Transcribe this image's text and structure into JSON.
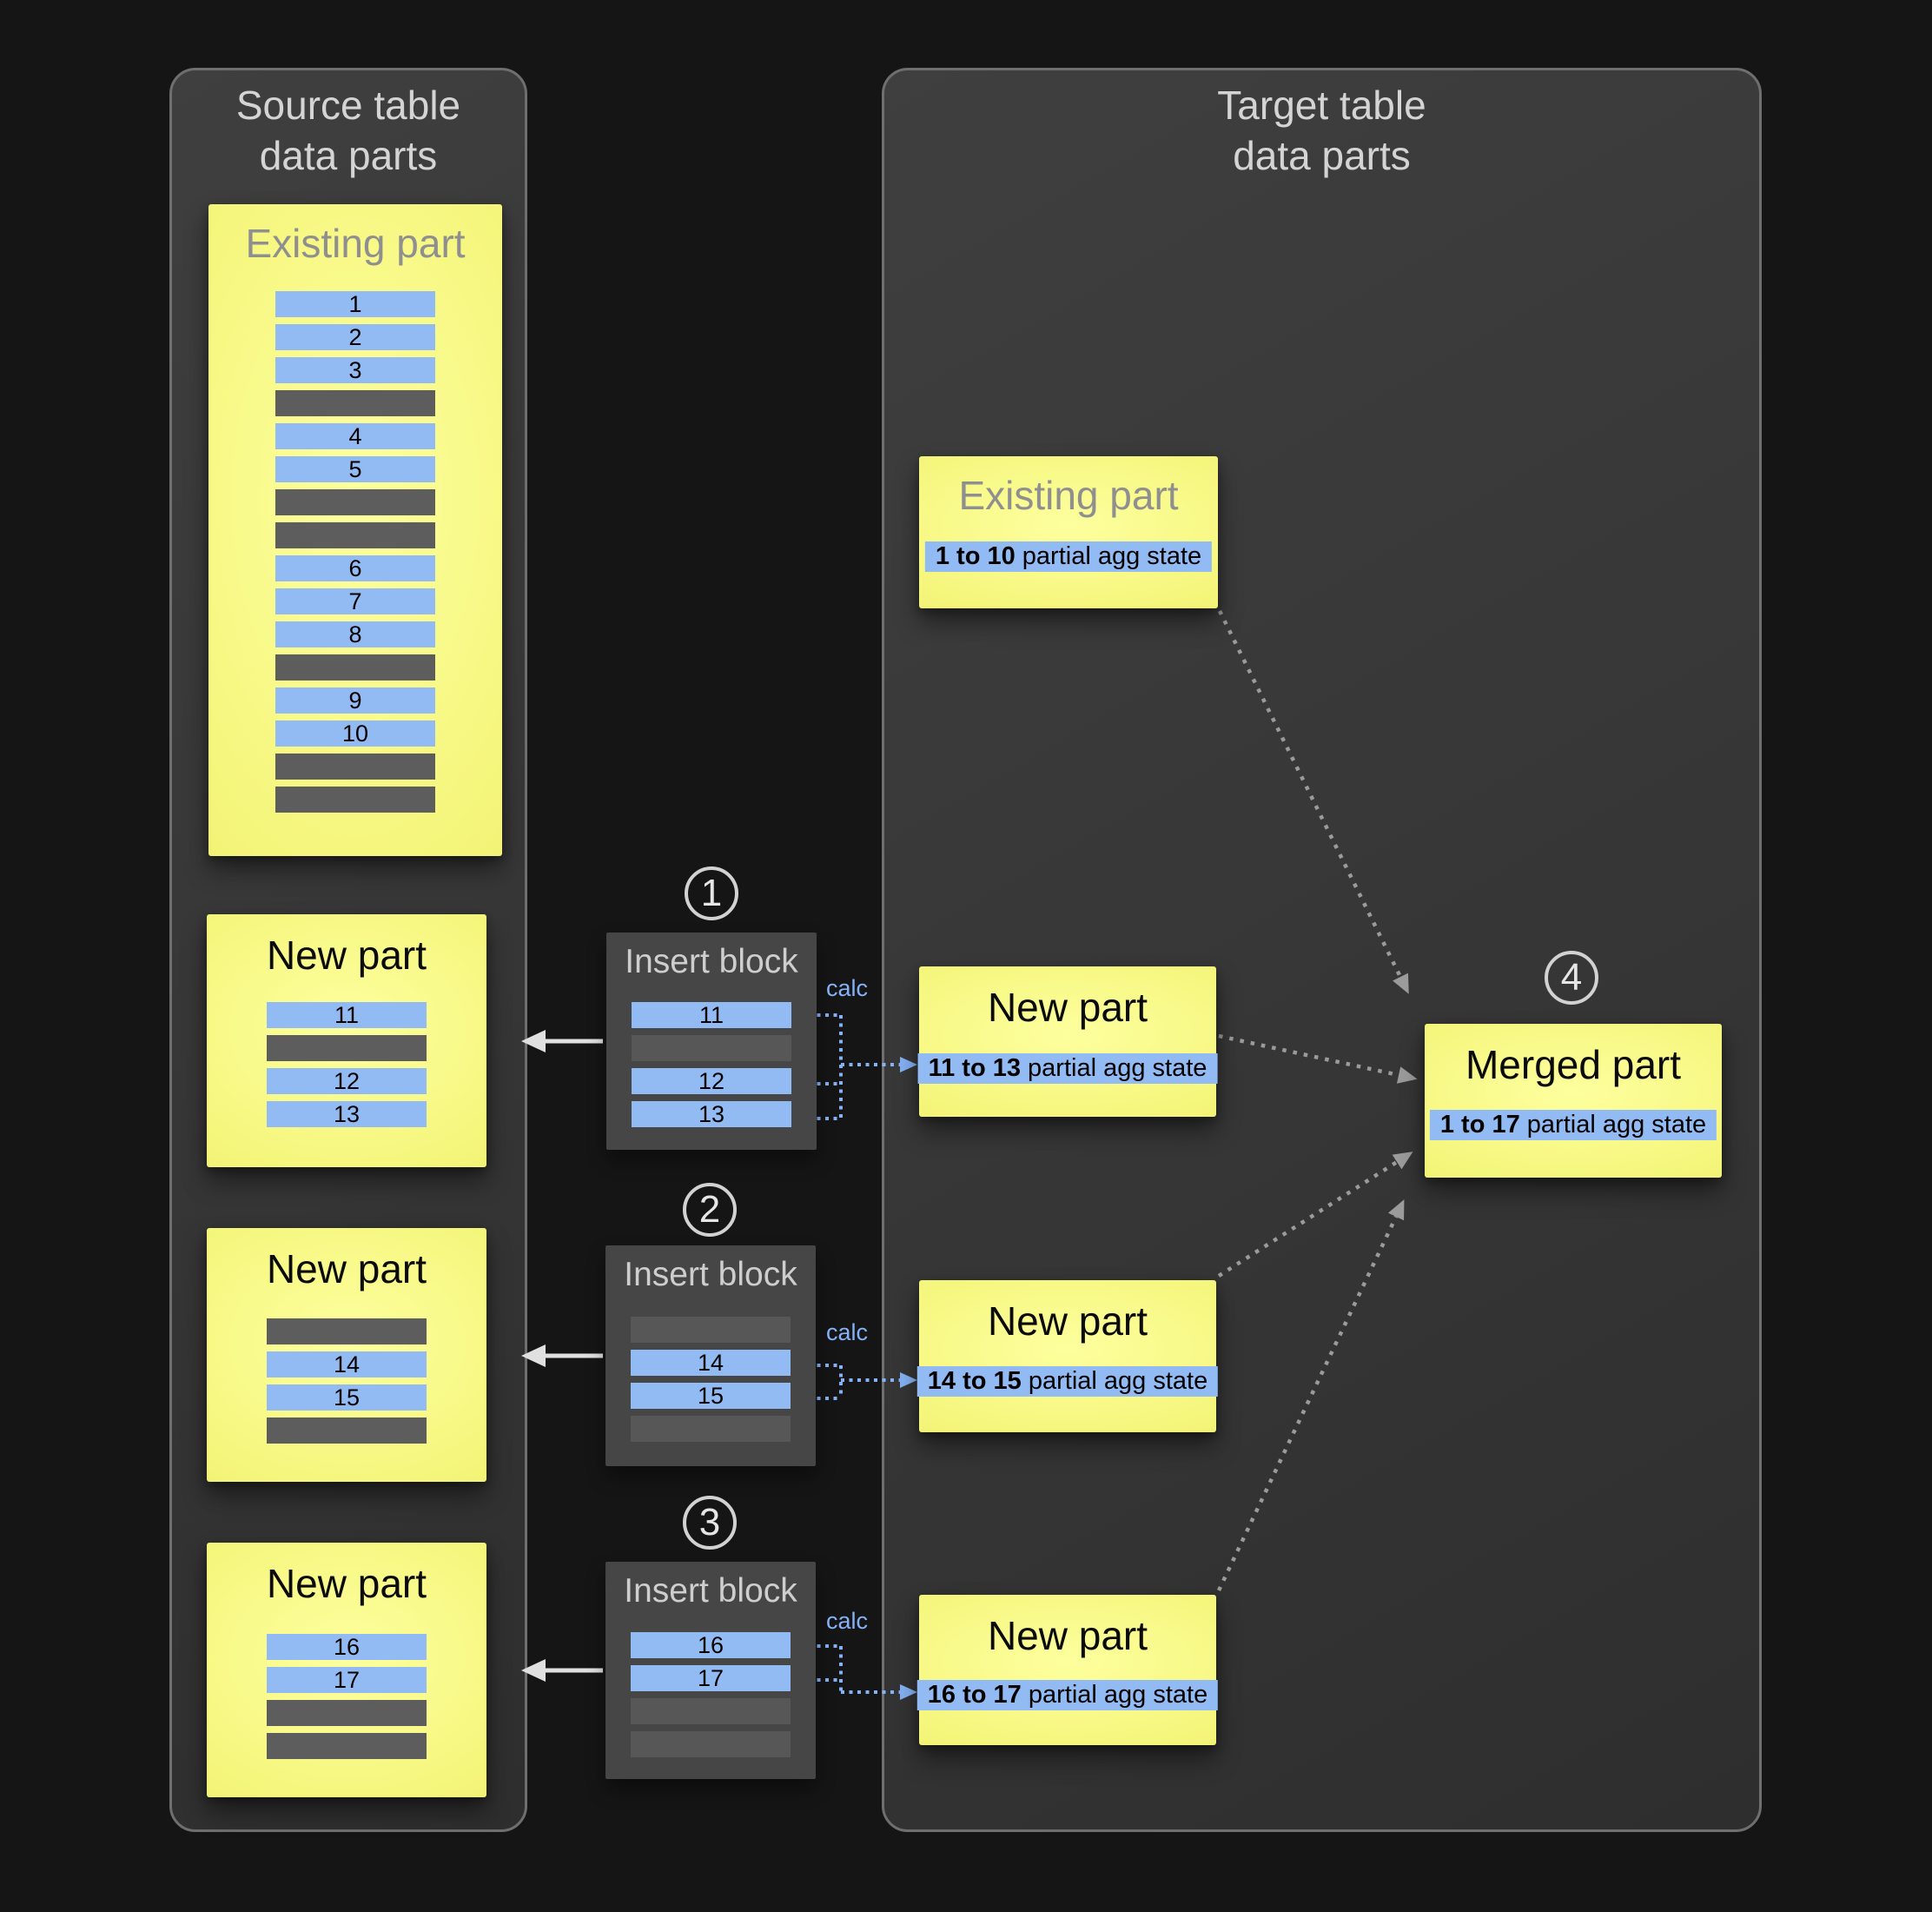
{
  "colors": {
    "background": "#151515",
    "panel_fill": "#373737",
    "panel_border": "#6f6f6f",
    "part_yellow": "#f5f67d",
    "row_blue": "#92baf3",
    "row_gray": "#5d5d5d",
    "insert_block_gray": "#464646",
    "accent_blue": "#85b2f6",
    "arrow_white": "#e0e0e0",
    "arrow_gray": "#9b9b9b"
  },
  "source_panel": {
    "title_line1": "Source table",
    "title_line2": "data parts",
    "existing_part": {
      "title": "Existing part",
      "rows": [
        {
          "label": "1",
          "type": "data"
        },
        {
          "label": "2",
          "type": "data"
        },
        {
          "label": "3",
          "type": "data"
        },
        {
          "label": "",
          "type": "empty"
        },
        {
          "label": "4",
          "type": "data"
        },
        {
          "label": "5",
          "type": "data"
        },
        {
          "label": "",
          "type": "empty"
        },
        {
          "label": "",
          "type": "empty"
        },
        {
          "label": "6",
          "type": "data"
        },
        {
          "label": "7",
          "type": "data"
        },
        {
          "label": "8",
          "type": "data"
        },
        {
          "label": "",
          "type": "empty"
        },
        {
          "label": "9",
          "type": "data"
        },
        {
          "label": "10",
          "type": "data"
        },
        {
          "label": "",
          "type": "empty"
        },
        {
          "label": "",
          "type": "empty"
        }
      ]
    },
    "new_parts": [
      {
        "title": "New part",
        "rows": [
          {
            "label": "11",
            "type": "data"
          },
          {
            "label": "",
            "type": "empty"
          },
          {
            "label": "12",
            "type": "data"
          },
          {
            "label": "13",
            "type": "data"
          }
        ]
      },
      {
        "title": "New part",
        "rows": [
          {
            "label": "",
            "type": "empty"
          },
          {
            "label": "14",
            "type": "data"
          },
          {
            "label": "15",
            "type": "data"
          },
          {
            "label": "",
            "type": "empty"
          }
        ]
      },
      {
        "title": "New part",
        "rows": [
          {
            "label": "16",
            "type": "data"
          },
          {
            "label": "17",
            "type": "data"
          },
          {
            "label": "",
            "type": "empty"
          },
          {
            "label": "",
            "type": "empty"
          }
        ]
      }
    ]
  },
  "insert_blocks": [
    {
      "step": "1",
      "title": "Insert block",
      "calc_label": "calc",
      "rows": [
        {
          "label": "11",
          "type": "data"
        },
        {
          "label": "",
          "type": "empty"
        },
        {
          "label": "12",
          "type": "data"
        },
        {
          "label": "13",
          "type": "data"
        }
      ]
    },
    {
      "step": "2",
      "title": "Insert block",
      "calc_label": "calc",
      "rows": [
        {
          "label": "",
          "type": "empty"
        },
        {
          "label": "14",
          "type": "data"
        },
        {
          "label": "15",
          "type": "data"
        },
        {
          "label": "",
          "type": "empty"
        }
      ]
    },
    {
      "step": "3",
      "title": "Insert block",
      "calc_label": "calc",
      "rows": [
        {
          "label": "16",
          "type": "data"
        },
        {
          "label": "17",
          "type": "data"
        },
        {
          "label": "",
          "type": "empty"
        },
        {
          "label": "",
          "type": "empty"
        }
      ]
    }
  ],
  "target_panel": {
    "title_line1": "Target table",
    "title_line2": "data parts",
    "existing_part": {
      "title": "Existing part",
      "agg_range": "1 to 10",
      "agg_suffix": "partial agg state"
    },
    "new_parts": [
      {
        "title": "New part",
        "agg_range": "11 to 13",
        "agg_suffix": "partial agg state"
      },
      {
        "title": "New part",
        "agg_range": "14 to 15",
        "agg_suffix": "partial agg state"
      },
      {
        "title": "New part",
        "agg_range": "16 to 17",
        "agg_suffix": "partial agg state"
      }
    ],
    "merged_part": {
      "step": "4",
      "title": "Merged part",
      "agg_range": "1 to 17",
      "agg_suffix": "partial agg state"
    }
  }
}
